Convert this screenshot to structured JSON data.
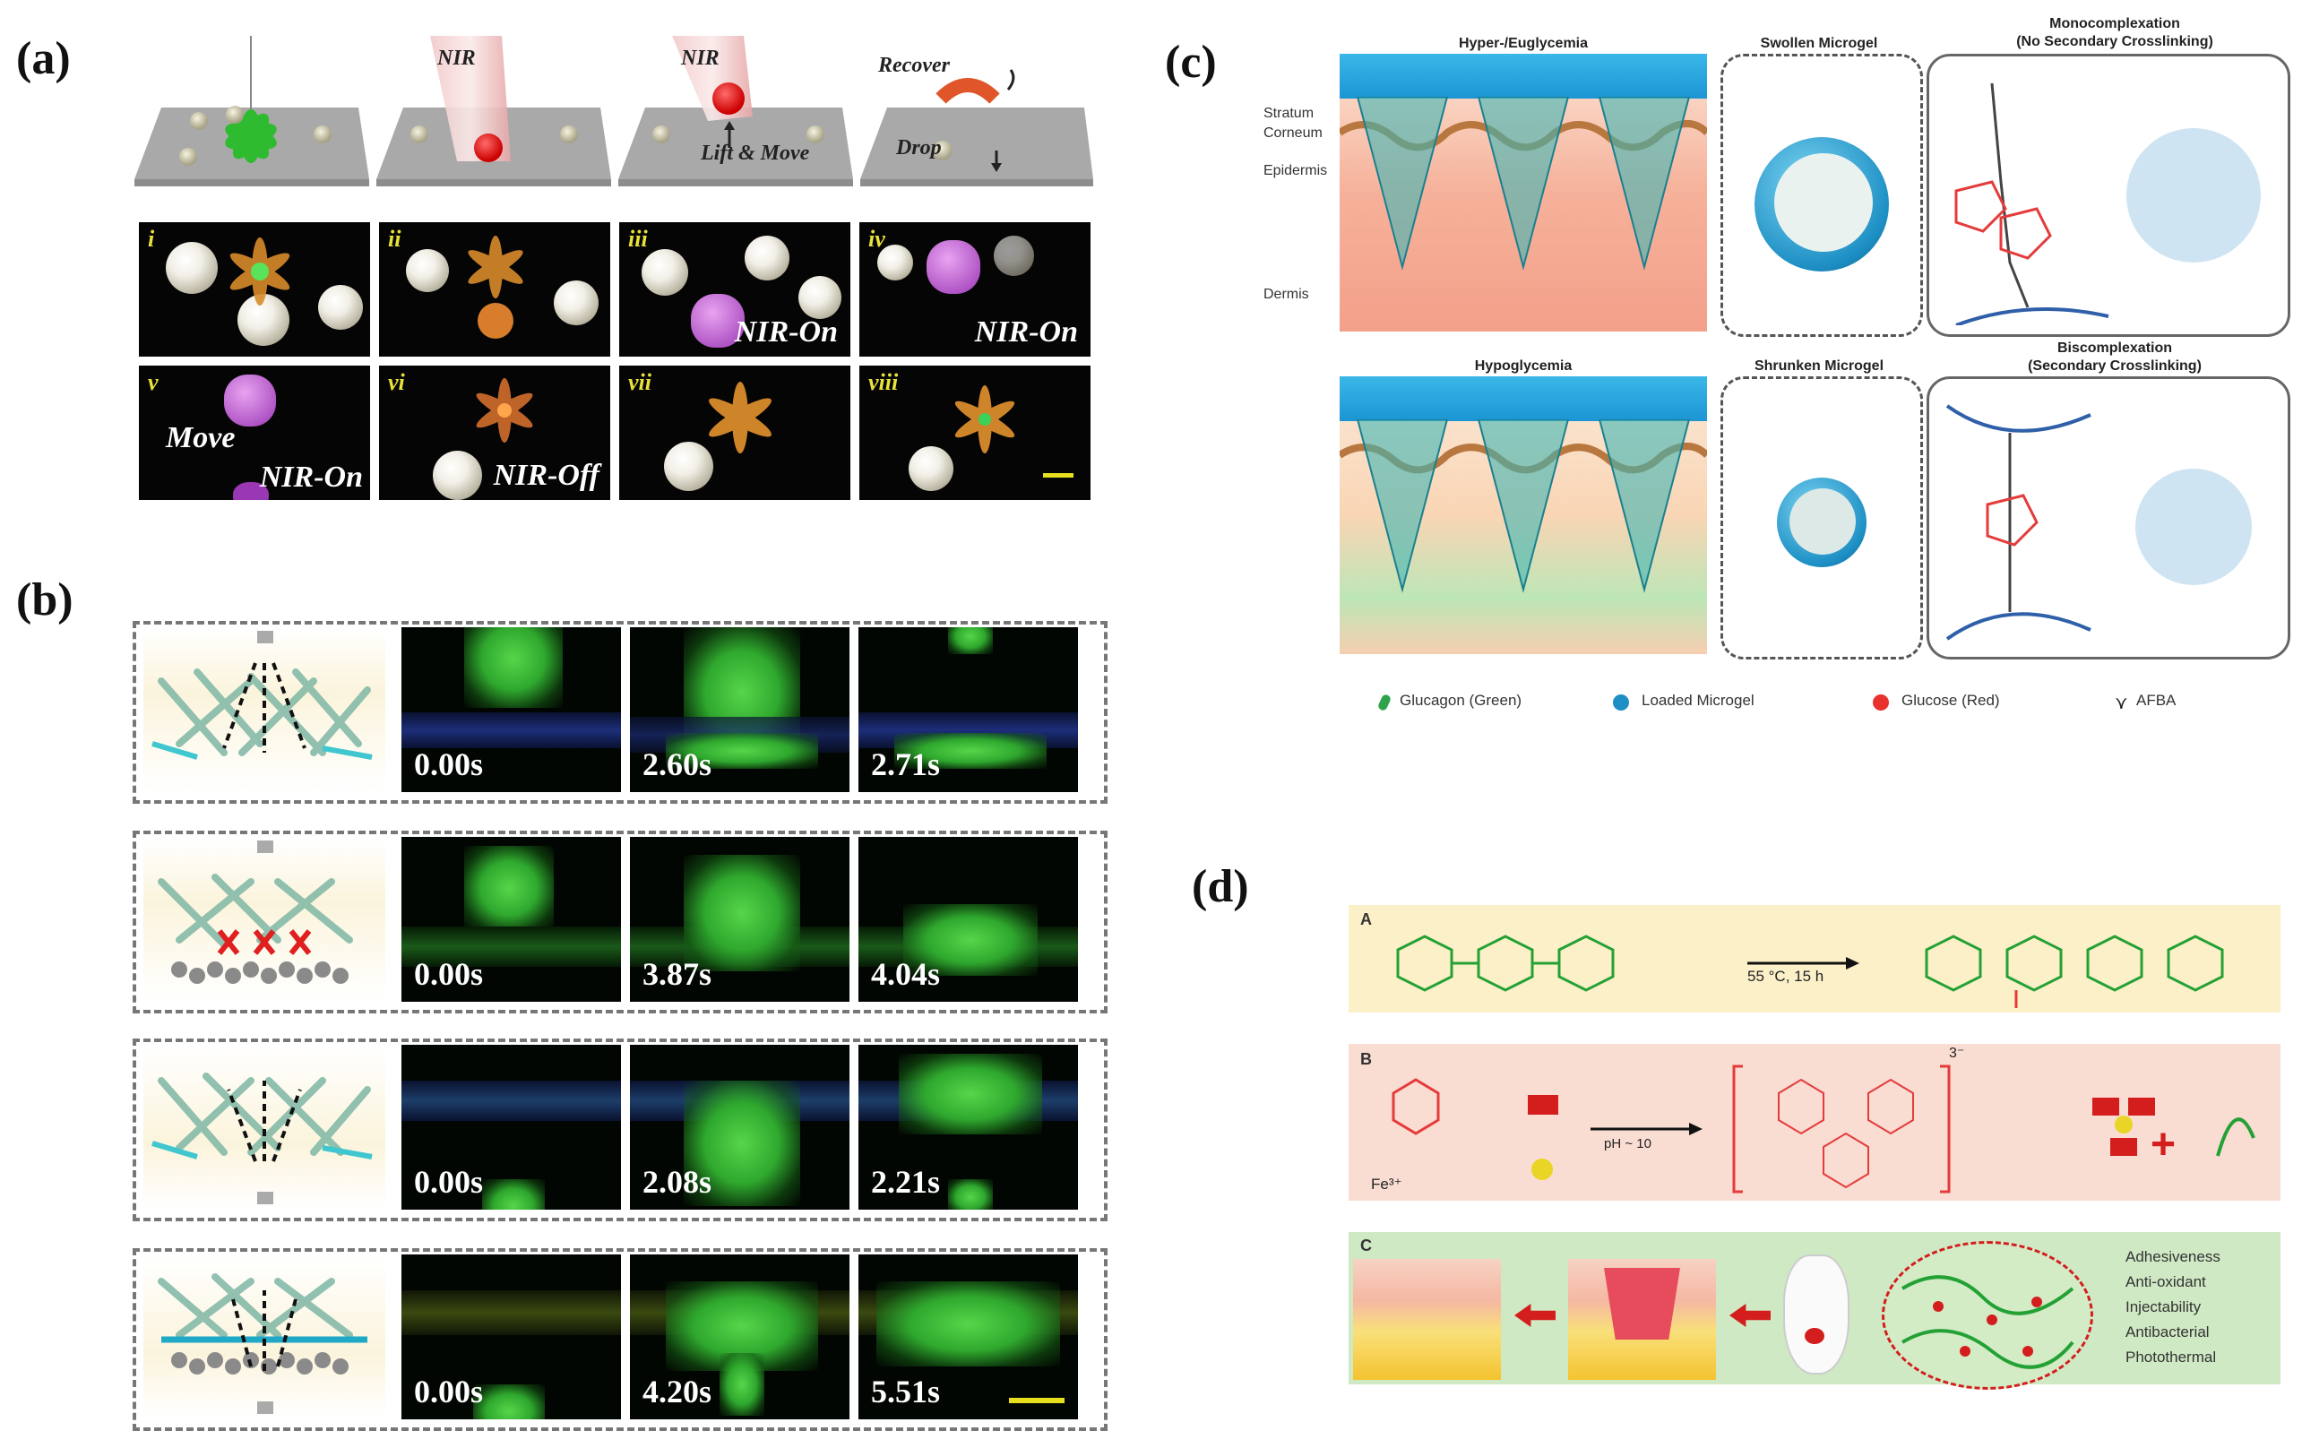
{
  "panel_labels": {
    "a": "(a)",
    "b": "(b)",
    "c": "(c)",
    "d": "(d)"
  },
  "panel_a": {
    "schematic_labels": {
      "nir1": "NIR",
      "nir2": "NIR",
      "lift_move": "Lift & Move",
      "recover": "Recover",
      "drop": "Drop"
    },
    "tile_numerals": [
      "i",
      "ii",
      "iii",
      "iv",
      "v",
      "vi",
      "vii",
      "viii"
    ],
    "tile_texts": {
      "iii": "NIR-On",
      "iv": "NIR-On",
      "v_move": "Move",
      "v_nir": "NIR-On",
      "vi": "NIR-Off"
    }
  },
  "panel_b": {
    "rows": [
      {
        "times": [
          "0.00s",
          "2.60s",
          "2.71s"
        ]
      },
      {
        "times": [
          "0.00s",
          "3.87s",
          "4.04s"
        ]
      },
      {
        "times": [
          "0.00s",
          "2.08s",
          "2.21s"
        ]
      },
      {
        "times": [
          "0.00s",
          "4.20s",
          "5.51s"
        ]
      }
    ]
  },
  "panel_c": {
    "top": {
      "state": "Hyper-/Euglycemia",
      "microgel": "Swollen Microgel",
      "complex_title": "Monocomplexation",
      "complex_sub": "(No Secondary Crosslinking)"
    },
    "bottom": {
      "state": "Hypoglycemia",
      "microgel": "Shrunken Microgel",
      "complex_title": "Biscomplexation",
      "complex_sub": "(Secondary Crosslinking)"
    },
    "skin_labels": {
      "stratum": "Stratum",
      "corneum": "Corneum",
      "epidermis": "Epidermis",
      "dermis": "Dermis"
    },
    "legend": [
      "Glucagon (Green)",
      "Loaded Microgel",
      "Glucose (Red)",
      "AFBA"
    ],
    "colors": {
      "glucagon": "#2fa34a",
      "microgel": "#1d8fc4",
      "glucose": "#e8322e",
      "afba": "#222222"
    }
  },
  "panel_d": {
    "band_labels": [
      "A",
      "B",
      "C"
    ],
    "reaction_a": "55 °C, 15 h",
    "reaction_b": "pH ~ 10",
    "fe": "Fe³⁺",
    "charge": "3⁻",
    "properties": [
      "Adhesiveness",
      "Anti-oxidant",
      "Injectability",
      "Antibacterial",
      "Photothermal"
    ]
  }
}
